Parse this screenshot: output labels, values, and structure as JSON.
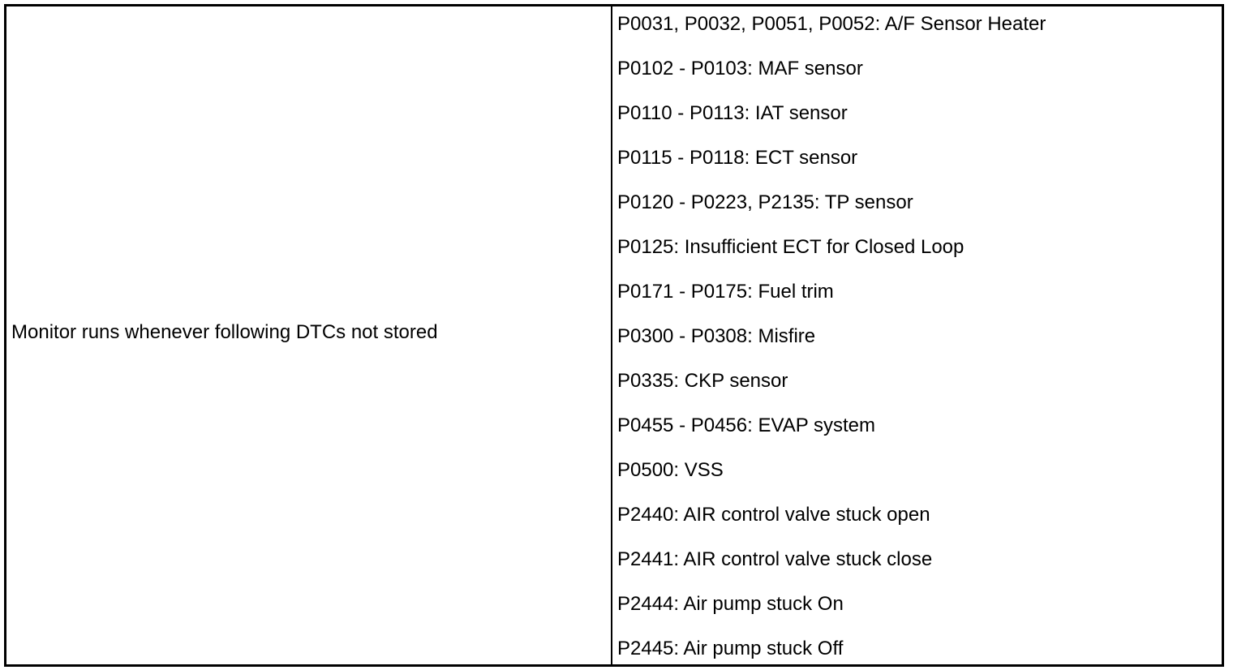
{
  "table": {
    "condition_label": "Monitor runs whenever following DTCs not stored",
    "dtc_items": [
      "P0031, P0032, P0051, P0052: A/F Sensor Heater",
      "P0102 - P0103: MAF sensor",
      "P0110 - P0113: IAT sensor",
      "P0115 - P0118: ECT sensor",
      "P0120 - P0223, P2135: TP sensor",
      "P0125: Insufficient ECT for Closed Loop",
      "P0171 - P0175: Fuel trim",
      "P0300 - P0308: Misfire",
      "P0335: CKP sensor",
      "P0455 - P0456: EVAP system",
      "P0500: VSS",
      "P2440: AIR control valve stuck open",
      "P2441: AIR control valve stuck close",
      "P2444: Air pump stuck On",
      "P2445: Air pump stuck Off"
    ]
  }
}
